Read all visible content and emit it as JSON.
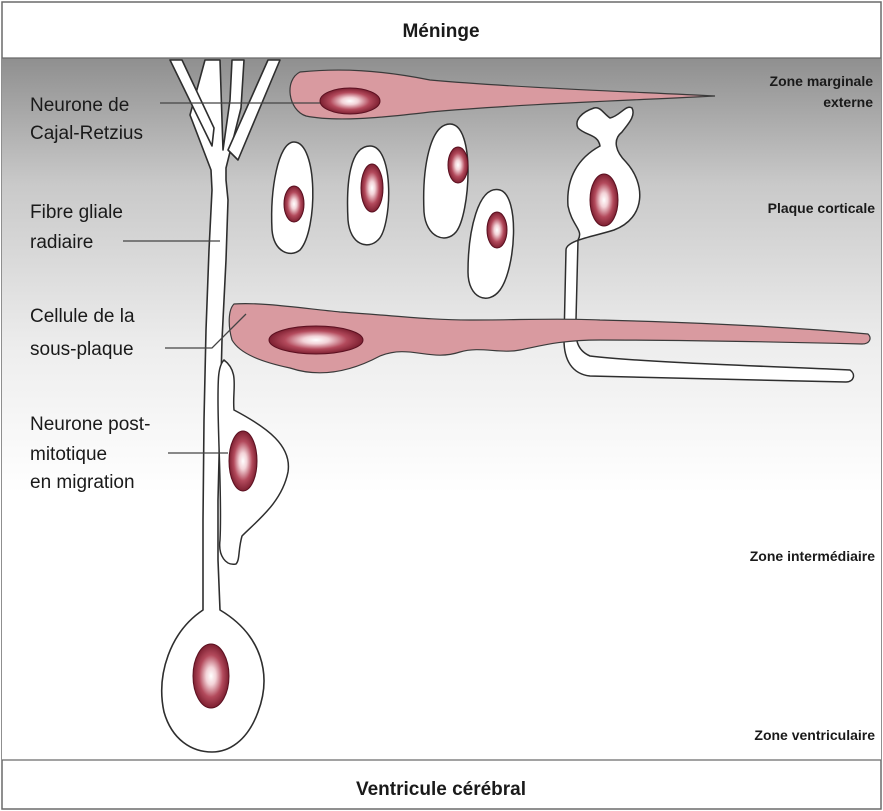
{
  "diagram": {
    "top_band": "Méninge",
    "bottom_band": "Ventricule cérébral",
    "zones": {
      "marginal_line1": "Zone marginale",
      "marginal_line2": "externe",
      "cortical_plate": "Plaque corticale",
      "intermediate": "Zone intermédiaire",
      "ventricular": "Zone ventriculaire"
    },
    "labels": {
      "cajal_line1": "Neurone de",
      "cajal_line2": "Cajal-Retzius",
      "glial_line1": "Fibre gliale",
      "glial_line2": "radiaire",
      "subplate_line1": "Cellule de la",
      "subplate_line2": "sous-plaque",
      "migrating_line1": "Neurone post-",
      "migrating_line2": "mitotique",
      "migrating_line3": "en migration"
    }
  },
  "colors": {
    "pink_cell": "#d99aa0",
    "nucleus_dark": "#7a1c2c",
    "outline": "#3a3a3a",
    "gradient_top": "#8f8f8f"
  }
}
